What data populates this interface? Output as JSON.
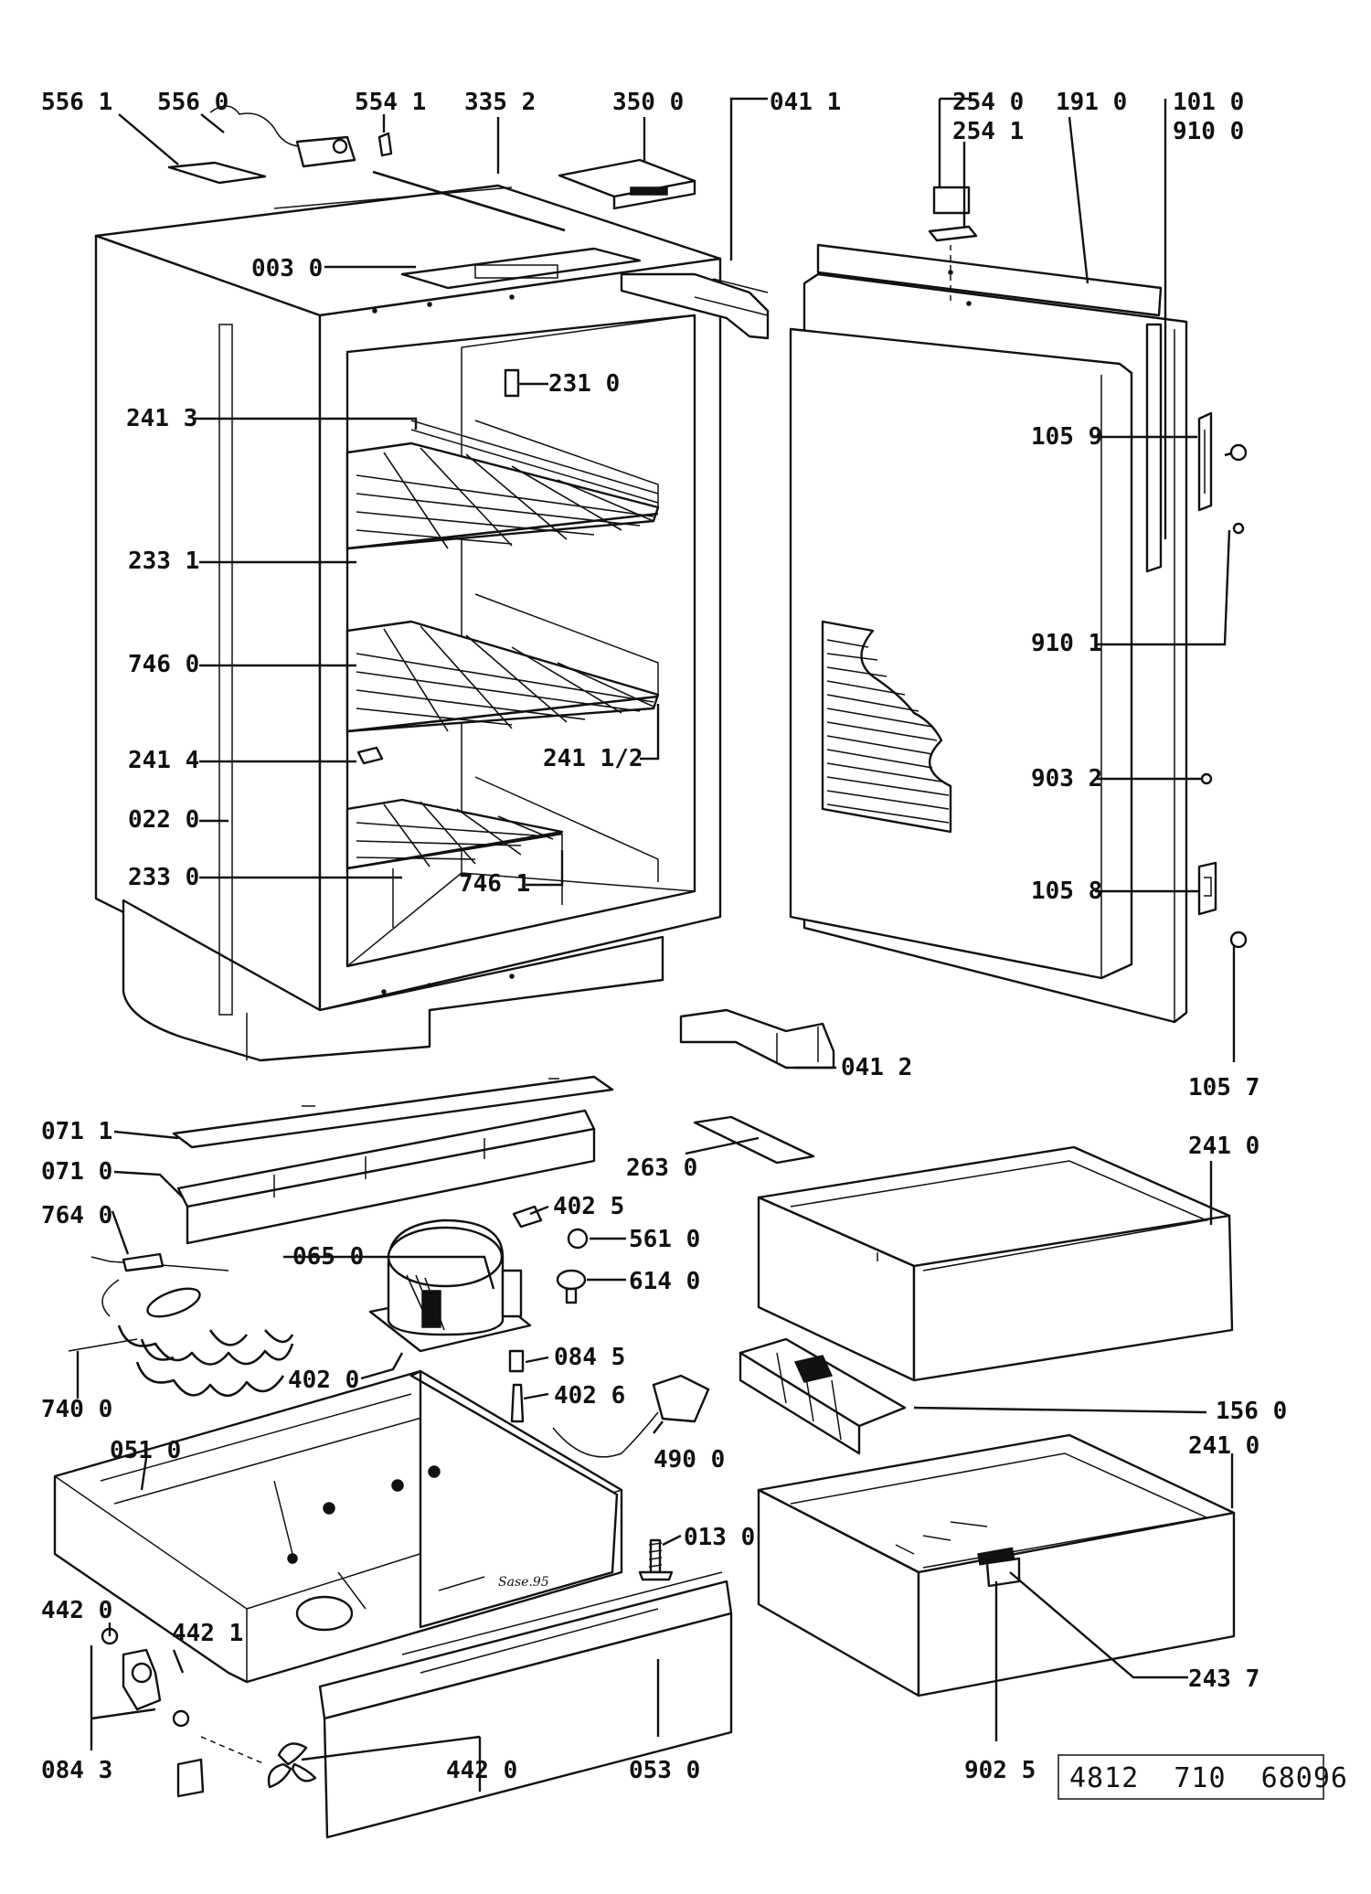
{
  "document_number": "4812  710  68096",
  "part_labels": [
    {
      "id": "l556-1",
      "text": "556 1"
    },
    {
      "id": "l556-0",
      "text": "556 0"
    },
    {
      "id": "l554-1",
      "text": "554 1"
    },
    {
      "id": "l335-2",
      "text": "335 2"
    },
    {
      "id": "l350-0",
      "text": "350 0"
    },
    {
      "id": "l041-1",
      "text": "041 1"
    },
    {
      "id": "l254-0",
      "text": "254 0"
    },
    {
      "id": "l254-1",
      "text": "254 1"
    },
    {
      "id": "l191-0",
      "text": "191 0"
    },
    {
      "id": "l101-0",
      "text": "101 0"
    },
    {
      "id": "l910-0",
      "text": "910 0"
    },
    {
      "id": "l003-0",
      "text": "003 0"
    },
    {
      "id": "l231-0",
      "text": "231 0"
    },
    {
      "id": "l241-3",
      "text": "241 3"
    },
    {
      "id": "l105-9",
      "text": "105 9"
    },
    {
      "id": "l233-1",
      "text": "233 1"
    },
    {
      "id": "l910-1",
      "text": "910 1"
    },
    {
      "id": "l746-0",
      "text": "746 0"
    },
    {
      "id": "l241-4",
      "text": "241 4"
    },
    {
      "id": "l241-12",
      "text": "241 1/2"
    },
    {
      "id": "l903-2",
      "text": "903 2"
    },
    {
      "id": "l022-0",
      "text": "022 0"
    },
    {
      "id": "l233-0",
      "text": "233 0"
    },
    {
      "id": "l746-1",
      "text": "746 1"
    },
    {
      "id": "l105-8",
      "text": "105 8"
    },
    {
      "id": "l041-2",
      "text": "041 2"
    },
    {
      "id": "l105-7",
      "text": "105 7"
    },
    {
      "id": "l071-1",
      "text": "071 1"
    },
    {
      "id": "l071-0",
      "text": "071 0"
    },
    {
      "id": "l263-0",
      "text": "263 0"
    },
    {
      "id": "l241-0a",
      "text": "241 0"
    },
    {
      "id": "l402-5",
      "text": "402 5"
    },
    {
      "id": "l764-0",
      "text": "764 0"
    },
    {
      "id": "l561-0",
      "text": "561 0"
    },
    {
      "id": "l065-0",
      "text": "065 0"
    },
    {
      "id": "l614-0",
      "text": "614 0"
    },
    {
      "id": "l084-5",
      "text": "084 5"
    },
    {
      "id": "l402-0",
      "text": "402 0"
    },
    {
      "id": "l402-6",
      "text": "402 6"
    },
    {
      "id": "l156-0",
      "text": "156 0"
    },
    {
      "id": "l740-0",
      "text": "740 0"
    },
    {
      "id": "l051-0",
      "text": "051 0"
    },
    {
      "id": "l490-0",
      "text": "490 0"
    },
    {
      "id": "l241-0b",
      "text": "241 0"
    },
    {
      "id": "l013-0",
      "text": "013 0"
    },
    {
      "id": "l442-0a",
      "text": "442 0"
    },
    {
      "id": "l442-1",
      "text": "442 1"
    },
    {
      "id": "l243-7",
      "text": "243 7"
    },
    {
      "id": "l084-3",
      "text": "084 3"
    },
    {
      "id": "l442-0b",
      "text": "442 0"
    },
    {
      "id": "l053-0",
      "text": "053 0"
    },
    {
      "id": "l902-5",
      "text": "902 5"
    }
  ],
  "drawing_marking": "Sase.95"
}
